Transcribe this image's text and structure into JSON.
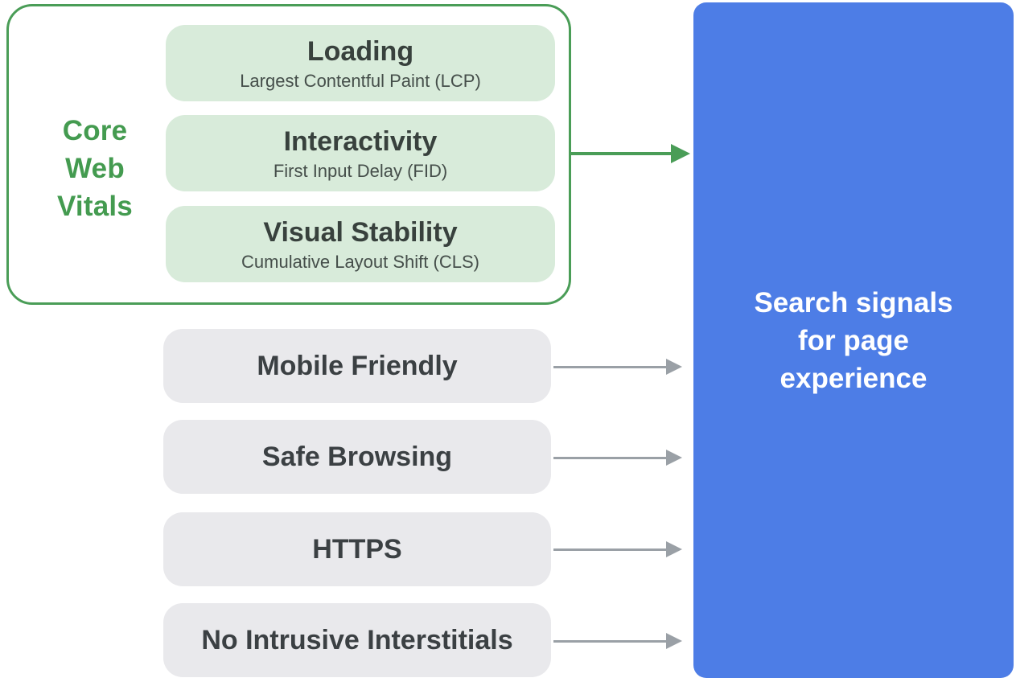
{
  "diagram": {
    "core_web_vitals": {
      "label": "Core Web Vitals",
      "metrics": [
        {
          "title": "Loading",
          "subtitle": "Largest Contentful Paint (LCP)"
        },
        {
          "title": "Interactivity",
          "subtitle": "First Input Delay (FID)"
        },
        {
          "title": "Visual Stability",
          "subtitle": "Cumulative Layout Shift (CLS)"
        }
      ]
    },
    "other_signals": [
      {
        "label": "Mobile Friendly"
      },
      {
        "label": "Safe Browsing"
      },
      {
        "label": "HTTPS"
      },
      {
        "label": "No Intrusive Interstitials"
      }
    ],
    "result_box": {
      "label": "Search signals for page experience"
    },
    "colors": {
      "green_accent": "#4A9D57",
      "green_fill": "#D8EBDA",
      "gray_fill": "#E9E9EC",
      "gray_arrow": "#9AA0A6",
      "blue_fill": "#4D7DE6",
      "heading_text": "#3B4043",
      "result_text": "#FFFFFF"
    }
  }
}
